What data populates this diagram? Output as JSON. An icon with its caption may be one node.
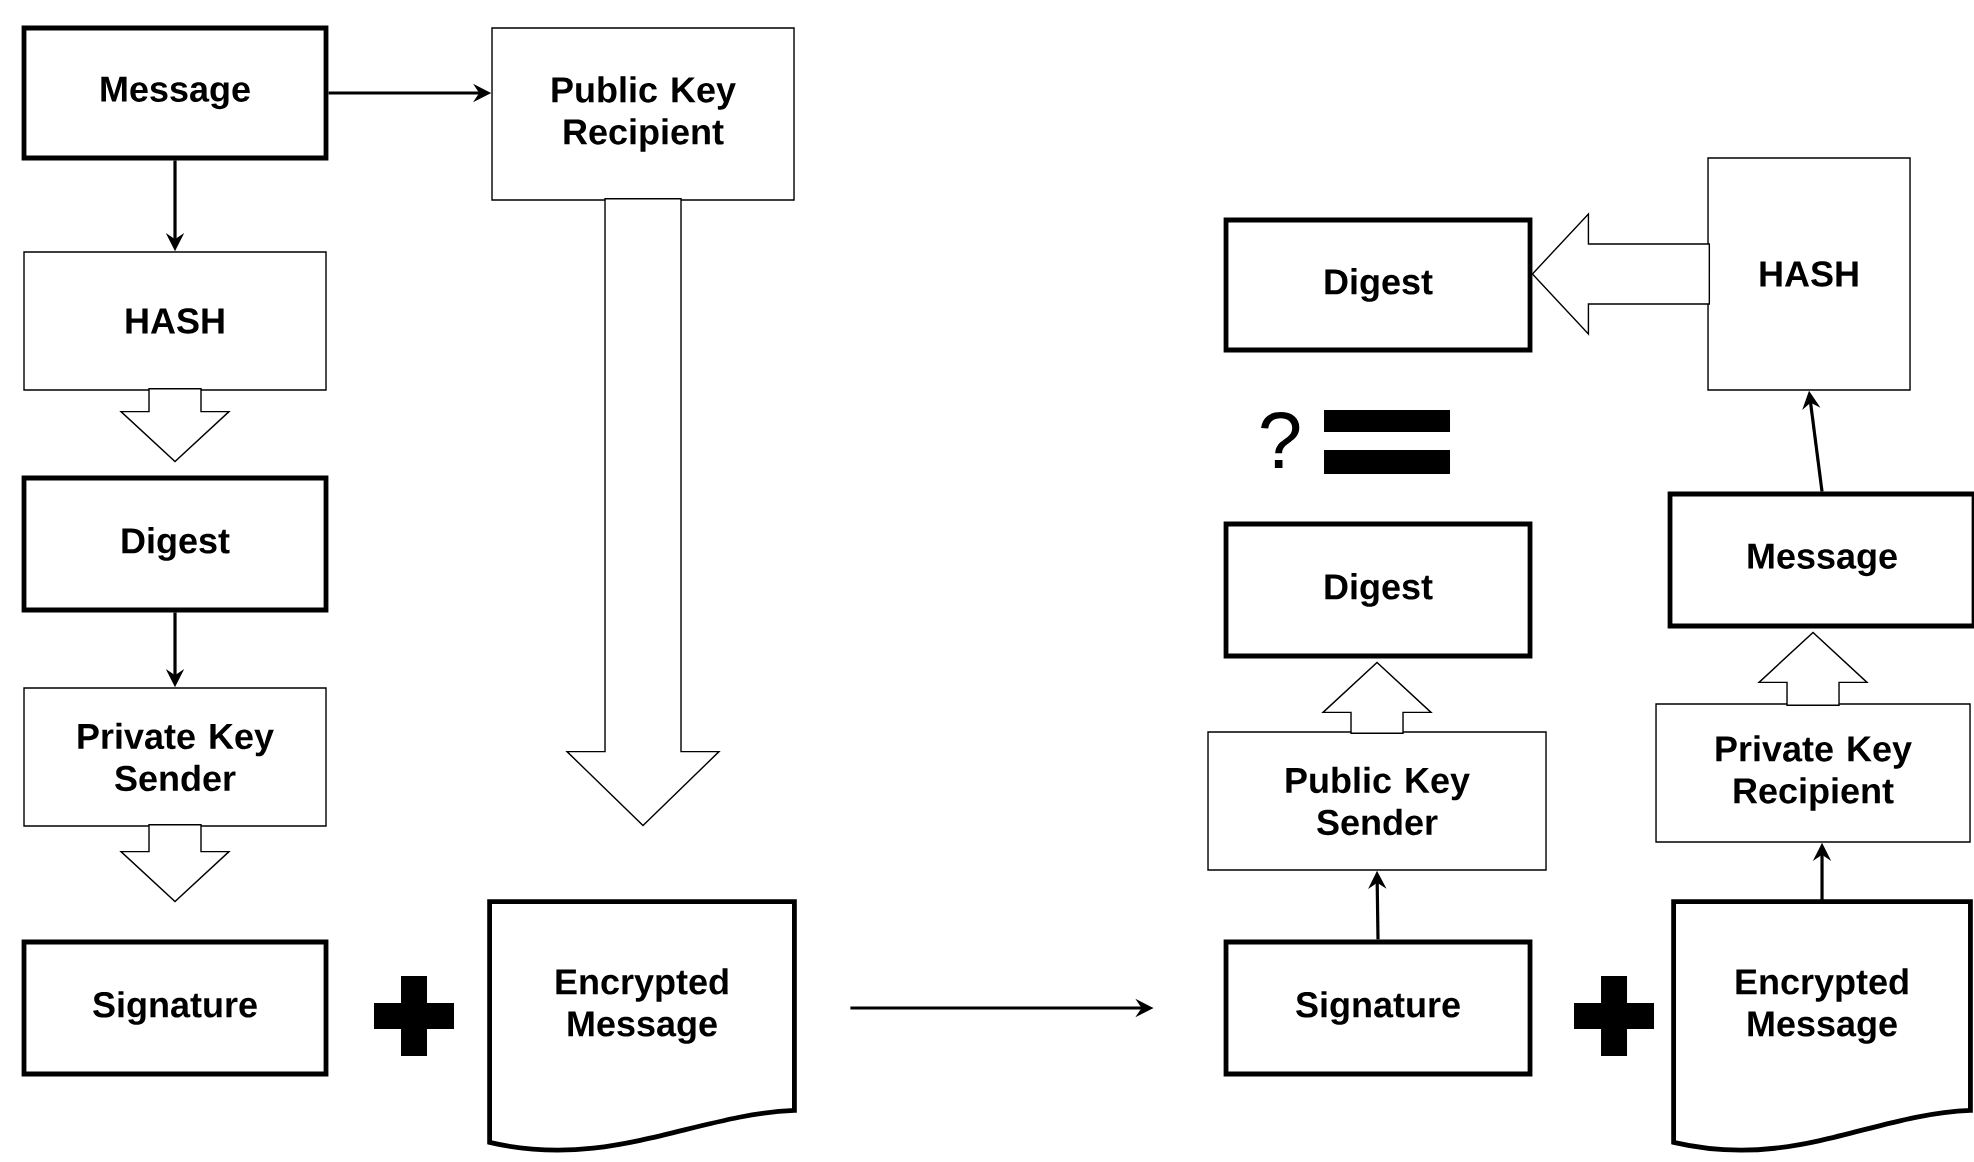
{
  "diagram": {
    "nodes": [
      {
        "text": [
          "Message"
        ]
      },
      {
        "text": [
          "Public Key Recipient"
        ]
      },
      {
        "text": [
          "HASH"
        ]
      },
      {
        "text": [
          "Digest"
        ]
      },
      {
        "text": [
          "Private Key Sender"
        ]
      },
      {
        "text": [
          "Signature"
        ]
      },
      {
        "text": [
          "Encrypted Message"
        ]
      },
      {
        "text": [
          "Digest"
        ]
      },
      {
        "text": [
          "HASH"
        ]
      },
      {
        "text": [
          "Digest"
        ]
      },
      {
        "text": [
          "Public Key Sender"
        ]
      },
      {
        "text": [
          "Message"
        ]
      },
      {
        "text": [
          "Private Key Recipient"
        ]
      },
      {
        "text": [
          "Signature"
        ]
      },
      {
        "text": [
          "Encrypted Message"
        ]
      }
    ],
    "edges": [
      {
        "from": 0,
        "to": 1,
        "arrow": "to"
      },
      {
        "from": 0,
        "to": 2,
        "arrow": "to"
      },
      {
        "from": 2,
        "to": 3,
        "arrow": "to",
        "style": "thick"
      },
      {
        "from": 3,
        "to": 4,
        "arrow": "to"
      },
      {
        "from": 4,
        "to": 5,
        "arrow": "to",
        "style": "thick"
      },
      {
        "from": 1,
        "to": 6,
        "arrow": "to",
        "style": "thick"
      },
      {
        "from": 6,
        "to": 13,
        "arrow": "to"
      },
      {
        "from": 13,
        "to": 10,
        "arrow": "to"
      },
      {
        "from": 10,
        "to": 9,
        "arrow": "to",
        "style": "thick"
      },
      {
        "from": 14,
        "to": 12,
        "arrow": "to"
      },
      {
        "from": 12,
        "to": 11,
        "arrow": "to",
        "style": "thick"
      },
      {
        "from": 11,
        "to": 8,
        "arrow": "to"
      },
      {
        "from": 8,
        "to": 7,
        "arrow": "to",
        "style": "thick"
      }
    ],
    "labels": [
      "?"
    ]
  }
}
